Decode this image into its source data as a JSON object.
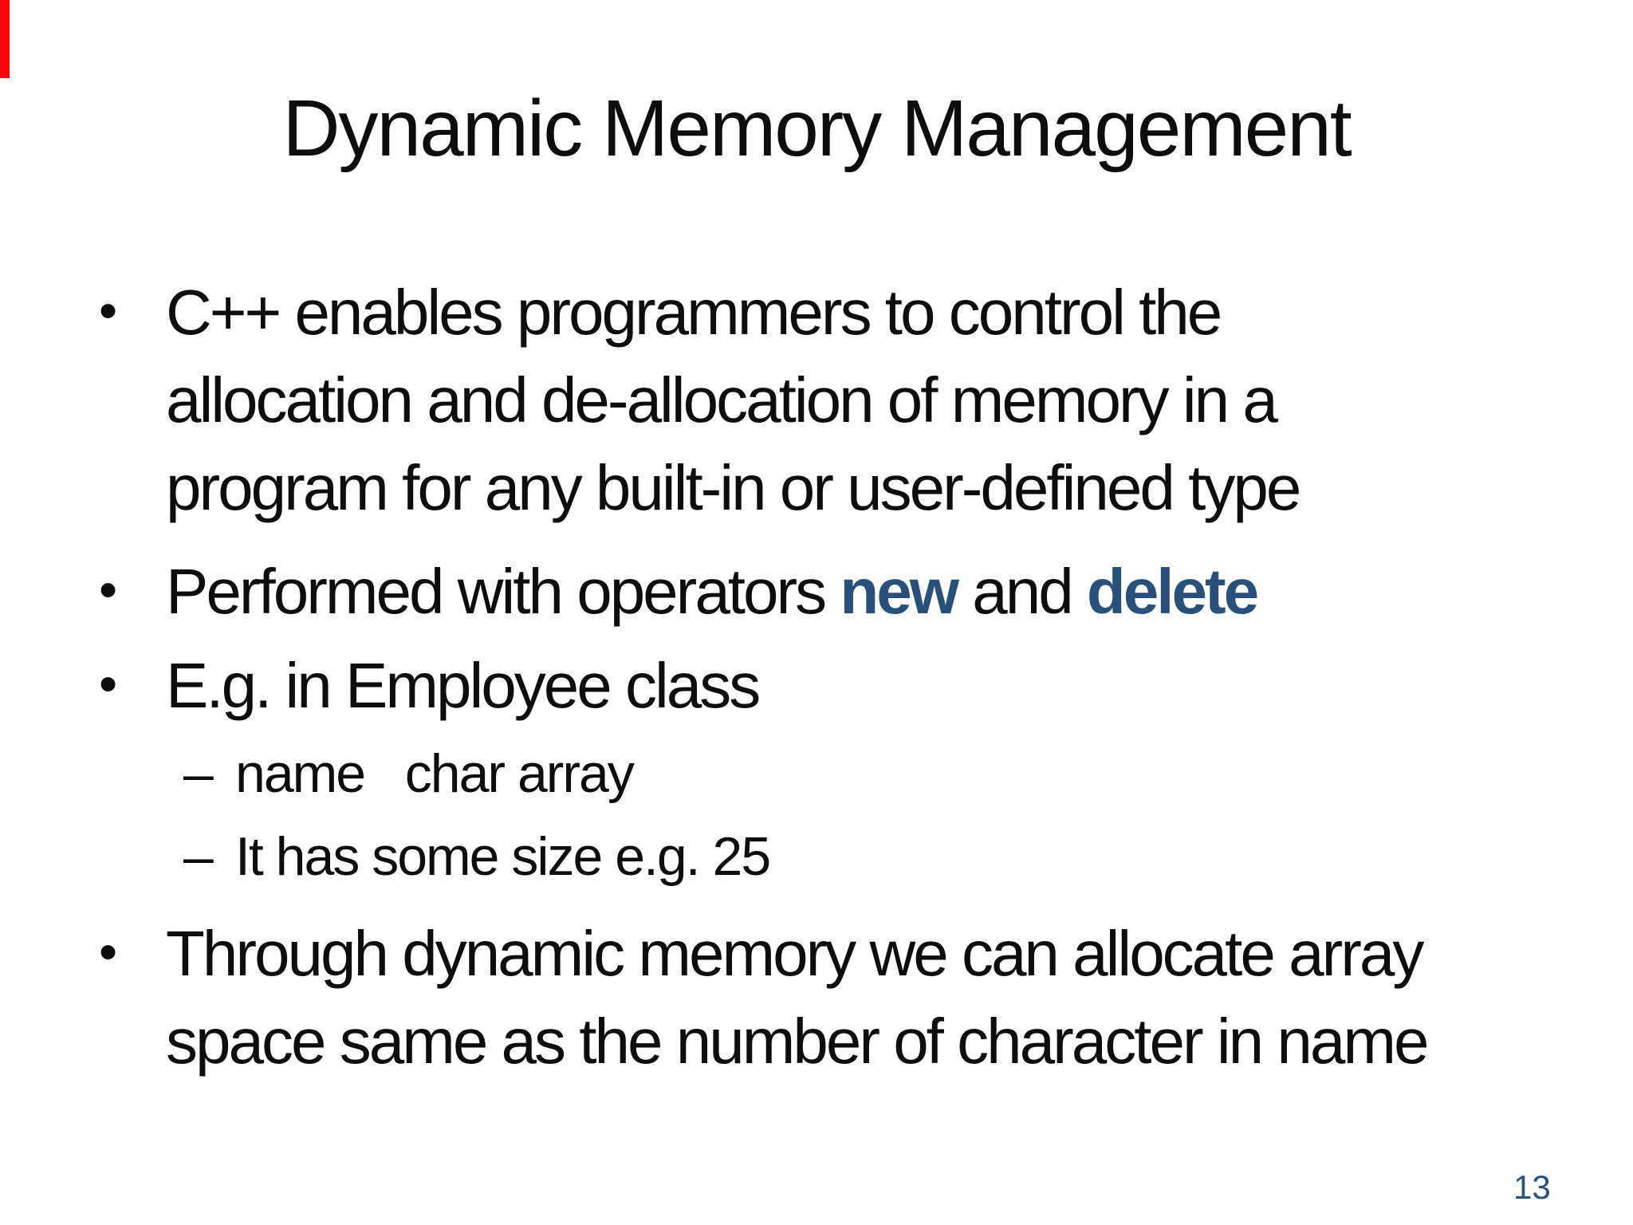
{
  "slide": {
    "title": "Dynamic Memory Management",
    "page_number": "13",
    "colors": {
      "text": "#0d0d0d",
      "keyword": "#27517b",
      "page_number": "#2a5280",
      "red_bar": "#fa0606"
    },
    "markers": {
      "level1": "•",
      "level2": "–"
    },
    "bullets": {
      "b1": "C++ enables programmers to control the\nallocation and de-allocation of memory in a\nprogram for any built-in or user-defined type",
      "b2_pre": "Performed with operators ",
      "b2_new": "new",
      "b2_mid": " and ",
      "b2_delete": "delete",
      "b3": "E.g. in Employee class",
      "sub1": "name   char array",
      "sub2": "It has some size e.g. 25",
      "b4": "Through dynamic memory we can allocate array\nspace same as the number of character in name"
    }
  }
}
